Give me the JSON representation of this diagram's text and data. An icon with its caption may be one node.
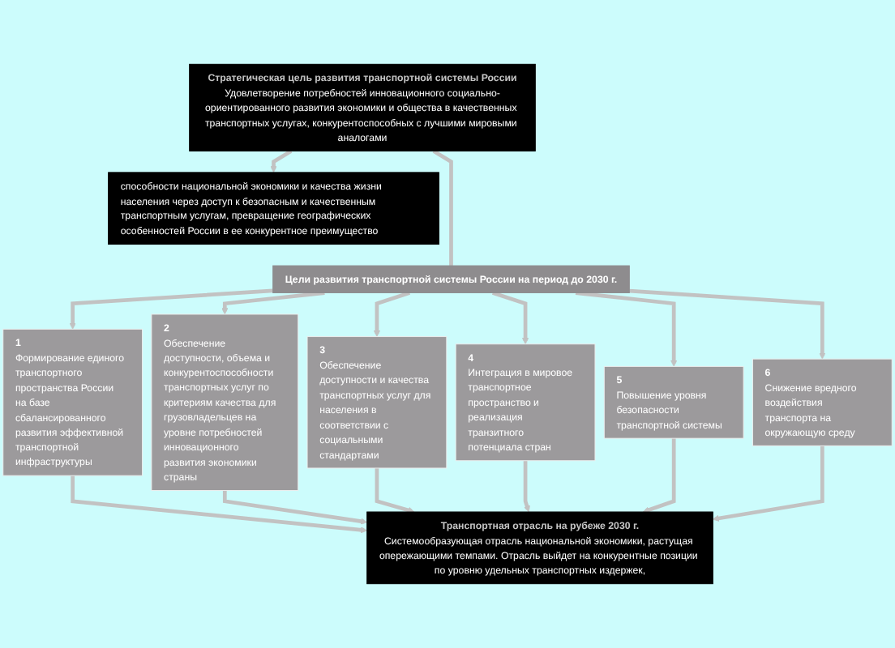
{
  "diagram": {
    "nodes": [
      {
        "text": [
          "способности национальной экономики и качества жизни населения через доступ к безопасным и качественным транспортным услугам, превращение географических особенностей России в ее конкурентное преимущество"
        ]
      },
      {
        "text": [
          "Стратегическая цель развития транспортной системы России",
          "Удовлетворение потребностей инновационного социально-ориентированного развития экономики и общества в качественных транспортных услугах, конкурентоспособных с лучшими мировыми аналогами"
        ]
      },
      {
        "text": [
          "Цели развития транспортной системы России на период до 2030 г."
        ]
      },
      {
        "text": [
          "1",
          "Формирование единого транспортного пространства России на базе сбалансированного развития эффективной транспортной инфраструктуры"
        ]
      },
      {
        "text": [
          "2",
          "Обеспечение доступности, объема и конкурентоспособности транспортных услуг по критериям качества для грузовладельцев на уровне потребностей инновационного развития экономики страны"
        ]
      },
      {
        "text": [
          "3",
          "Обеспечение доступности и качества транспортных услуг для населения в соответствии с социальными стандартами"
        ]
      },
      {
        "text": [
          "4",
          "Интеграция в мировое транспортное пространство и реализация транзитного потенциала стран"
        ]
      },
      {
        "text": [
          "5",
          "Повышение уровня безопасности транспортной системы"
        ]
      },
      {
        "text": [
          "6",
          "Снижение вредного воздействия транспорта на окружающую среду"
        ]
      },
      {
        "text": [
          "Транспортная отрасль на рубеже 2030 г.",
          "Системообразующая отрасль национальной экономики, растущая опережающими темпами. Отрасль выйдет на конкурентные позиции по уровню удельных транспортных издержек,"
        ]
      }
    ],
    "edges": [
      {
        "from": 1,
        "to": 0,
        "arrow": "to"
      },
      {
        "from": 1,
        "to": 2,
        "arrow": "none"
      },
      {
        "from": 2,
        "to": 3,
        "arrow": "to"
      },
      {
        "from": 2,
        "to": 4,
        "arrow": "to"
      },
      {
        "from": 2,
        "to": 5,
        "arrow": "to"
      },
      {
        "from": 2,
        "to": 6,
        "arrow": "to"
      },
      {
        "from": 2,
        "to": 7,
        "arrow": "to"
      },
      {
        "from": 2,
        "to": 8,
        "arrow": "to"
      },
      {
        "from": 3,
        "to": 9,
        "arrow": "to"
      },
      {
        "from": 4,
        "to": 9,
        "arrow": "to"
      },
      {
        "from": 5,
        "to": 9,
        "arrow": "to"
      },
      {
        "from": 6,
        "to": 9,
        "arrow": "to"
      },
      {
        "from": 7,
        "to": 9,
        "arrow": "to"
      },
      {
        "from": 8,
        "to": 9,
        "arrow": "to"
      }
    ]
  }
}
